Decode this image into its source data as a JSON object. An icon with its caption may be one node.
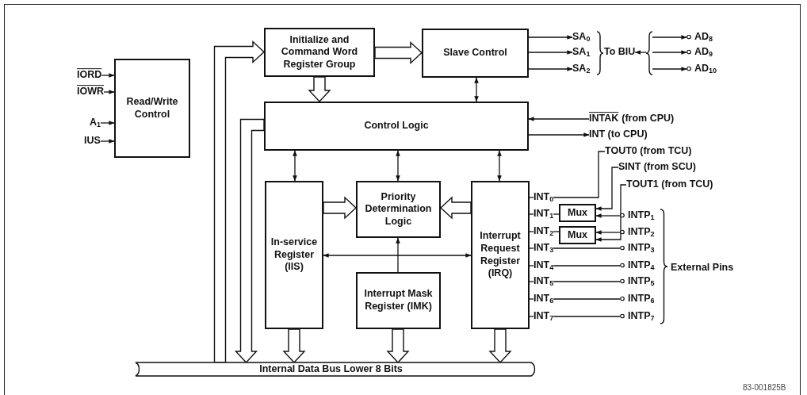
{
  "diagram": {
    "nodes": [
      {
        "text": [
          "Read/Write Control"
        ]
      },
      {
        "text": [
          "Initialize and Command Word Register Group"
        ]
      },
      {
        "text": [
          "Slave Control"
        ]
      },
      {
        "text": [
          "Control Logic"
        ]
      },
      {
        "text": [
          "In-service Register (IIS)"
        ]
      },
      {
        "text": [
          "Priority Determination Logic"
        ]
      },
      {
        "text": [
          "Interrupt Mask Register (IMK)"
        ]
      },
      {
        "text": [
          "Interrupt Request Register (IRQ)"
        ]
      },
      {
        "text": [
          "Mux"
        ]
      },
      {
        "text": [
          "Mux"
        ]
      },
      {
        "text": [
          "Internal Data Bus Lower 8 Bits"
        ]
      },
      {
        "text": [
          "IORD"
        ]
      },
      {
        "text": [
          "IOWR"
        ]
      },
      {
        "text": [
          "A$_{1}$"
        ]
      },
      {
        "text": [
          "IUS"
        ]
      },
      {
        "text": [
          "SA$_{0}$"
        ]
      },
      {
        "text": [
          "SA$_{1}$"
        ]
      },
      {
        "text": [
          "SA$_{2}$"
        ]
      },
      {
        "text": [
          "To BIU"
        ]
      },
      {
        "text": [
          "AD$_{8}$"
        ]
      },
      {
        "text": [
          "AD$_{9}$"
        ]
      },
      {
        "text": [
          "AD$_{10}$"
        ]
      },
      {
        "text": [
          "INTAK",
          "(from CPU)"
        ]
      },
      {
        "text": [
          "INT (to CPU)"
        ]
      },
      {
        "text": [
          "TOUT0 (from TCU)"
        ]
      },
      {
        "text": [
          "SINT (from SCU)"
        ]
      },
      {
        "text": [
          "TOUT1 (from TCU)"
        ]
      },
      {
        "text": [
          "INTP$_{1}$"
        ]
      },
      {
        "text": [
          "INTP$_{2}$"
        ]
      },
      {
        "text": [
          "INTP$_{3}$"
        ]
      },
      {
        "text": [
          "INTP$_{4}$"
        ]
      },
      {
        "text": [
          "INTP$_{5}$"
        ]
      },
      {
        "text": [
          "INTP$_{6}$"
        ]
      },
      {
        "text": [
          "INTP$_{7}$"
        ]
      },
      {
        "text": [
          "INT$_{0}$"
        ]
      },
      {
        "text": [
          "INT$_{1}$"
        ]
      },
      {
        "text": [
          "INT$_{2}$"
        ]
      },
      {
        "text": [
          "INT$_{3}$"
        ]
      },
      {
        "text": [
          "INT$_{4}$"
        ]
      },
      {
        "text": [
          "INT$_{5}$"
        ]
      },
      {
        "text": [
          "INT$_{6}$"
        ]
      },
      {
        "text": [
          "INT$_{7}$"
        ]
      }
    ],
    "edges": [
      {
        "from": 11,
        "to": 0,
        "arrow": "to"
      },
      {
        "from": 12,
        "to": 0,
        "arrow": "to"
      },
      {
        "from": 13,
        "to": 0,
        "arrow": "to"
      },
      {
        "from": 14,
        "to": 0,
        "arrow": "to"
      },
      {
        "from": 10,
        "to": 1,
        "arrow": "to",
        "style": "thick"
      },
      {
        "from": 1,
        "to": 3,
        "arrow": "to",
        "style": "thick"
      },
      {
        "from": 1,
        "to": 2,
        "arrow": "to",
        "style": "thick"
      },
      {
        "from": 2,
        "to": 3,
        "arrow": "both"
      },
      {
        "from": 2,
        "to": 15,
        "arrow": "to"
      },
      {
        "from": 2,
        "to": 16,
        "arrow": "to"
      },
      {
        "from": 2,
        "to": 17,
        "arrow": "to"
      },
      {
        "from": null,
        "to": 18,
        "arrow": "to"
      },
      {
        "from": null,
        "to": 19,
        "arrow": "to"
      },
      {
        "from": null,
        "to": 20,
        "arrow": "to"
      },
      {
        "from": null,
        "to": 21,
        "arrow": "to"
      },
      {
        "from": 22,
        "to": 3,
        "arrow": "to"
      },
      {
        "from": 3,
        "to": 23,
        "arrow": "to"
      },
      {
        "from": 3,
        "to": 4,
        "arrow": "both"
      },
      {
        "from": 3,
        "to": 5,
        "arrow": "both"
      },
      {
        "from": 3,
        "to": 7,
        "arrow": "both"
      },
      {
        "from": 3,
        "to": 10,
        "arrow": "to",
        "style": "thick"
      },
      {
        "from": 4,
        "to": 5,
        "arrow": "to",
        "style": "thick"
      },
      {
        "from": 7,
        "to": 5,
        "arrow": "to",
        "style": "thick"
      },
      {
        "from": 4,
        "to": 7,
        "arrow": "both"
      },
      {
        "from": 6,
        "to": 5,
        "arrow": "to"
      },
      {
        "from": 4,
        "to": 10,
        "arrow": "to",
        "style": "thick"
      },
      {
        "from": 6,
        "to": 10,
        "arrow": "to",
        "style": "thick"
      },
      {
        "from": 7,
        "to": 10,
        "arrow": "to",
        "style": "thick"
      },
      {
        "from": 24,
        "to": 34,
        "arrow": "none"
      },
      {
        "from": 25,
        "to": 8,
        "arrow": "to"
      },
      {
        "from": 26,
        "to": 9,
        "arrow": "to"
      },
      {
        "from": 27,
        "to": 8,
        "arrow": "to"
      },
      {
        "from": 28,
        "to": 9,
        "arrow": "to"
      },
      {
        "from": 8,
        "to": 35,
        "arrow": "none"
      },
      {
        "from": 9,
        "to": 36,
        "arrow": "none"
      },
      {
        "from": 29,
        "to": 37,
        "arrow": "none"
      },
      {
        "from": 30,
        "to": 38,
        "arrow": "none"
      },
      {
        "from": 31,
        "to": 39,
        "arrow": "none"
      },
      {
        "from": 32,
        "to": 40,
        "arrow": "none"
      },
      {
        "from": 33,
        "to": 41,
        "arrow": "none"
      },
      {
        "from": 7,
        "to": 34,
        "arrow": "none"
      },
      {
        "from": 7,
        "to": 35,
        "arrow": "none"
      },
      {
        "from": 7,
        "to": 36,
        "arrow": "none"
      },
      {
        "from": 7,
        "to": 37,
        "arrow": "none"
      },
      {
        "from": 7,
        "to": 38,
        "arrow": "none"
      },
      {
        "from": 7,
        "to": 39,
        "arrow": "none"
      },
      {
        "from": 7,
        "to": 40,
        "arrow": "none"
      },
      {
        "from": 7,
        "to": 41,
        "arrow": "none"
      }
    ],
    "labels": [
      "External Pins",
      "83-001825B"
    ]
  }
}
